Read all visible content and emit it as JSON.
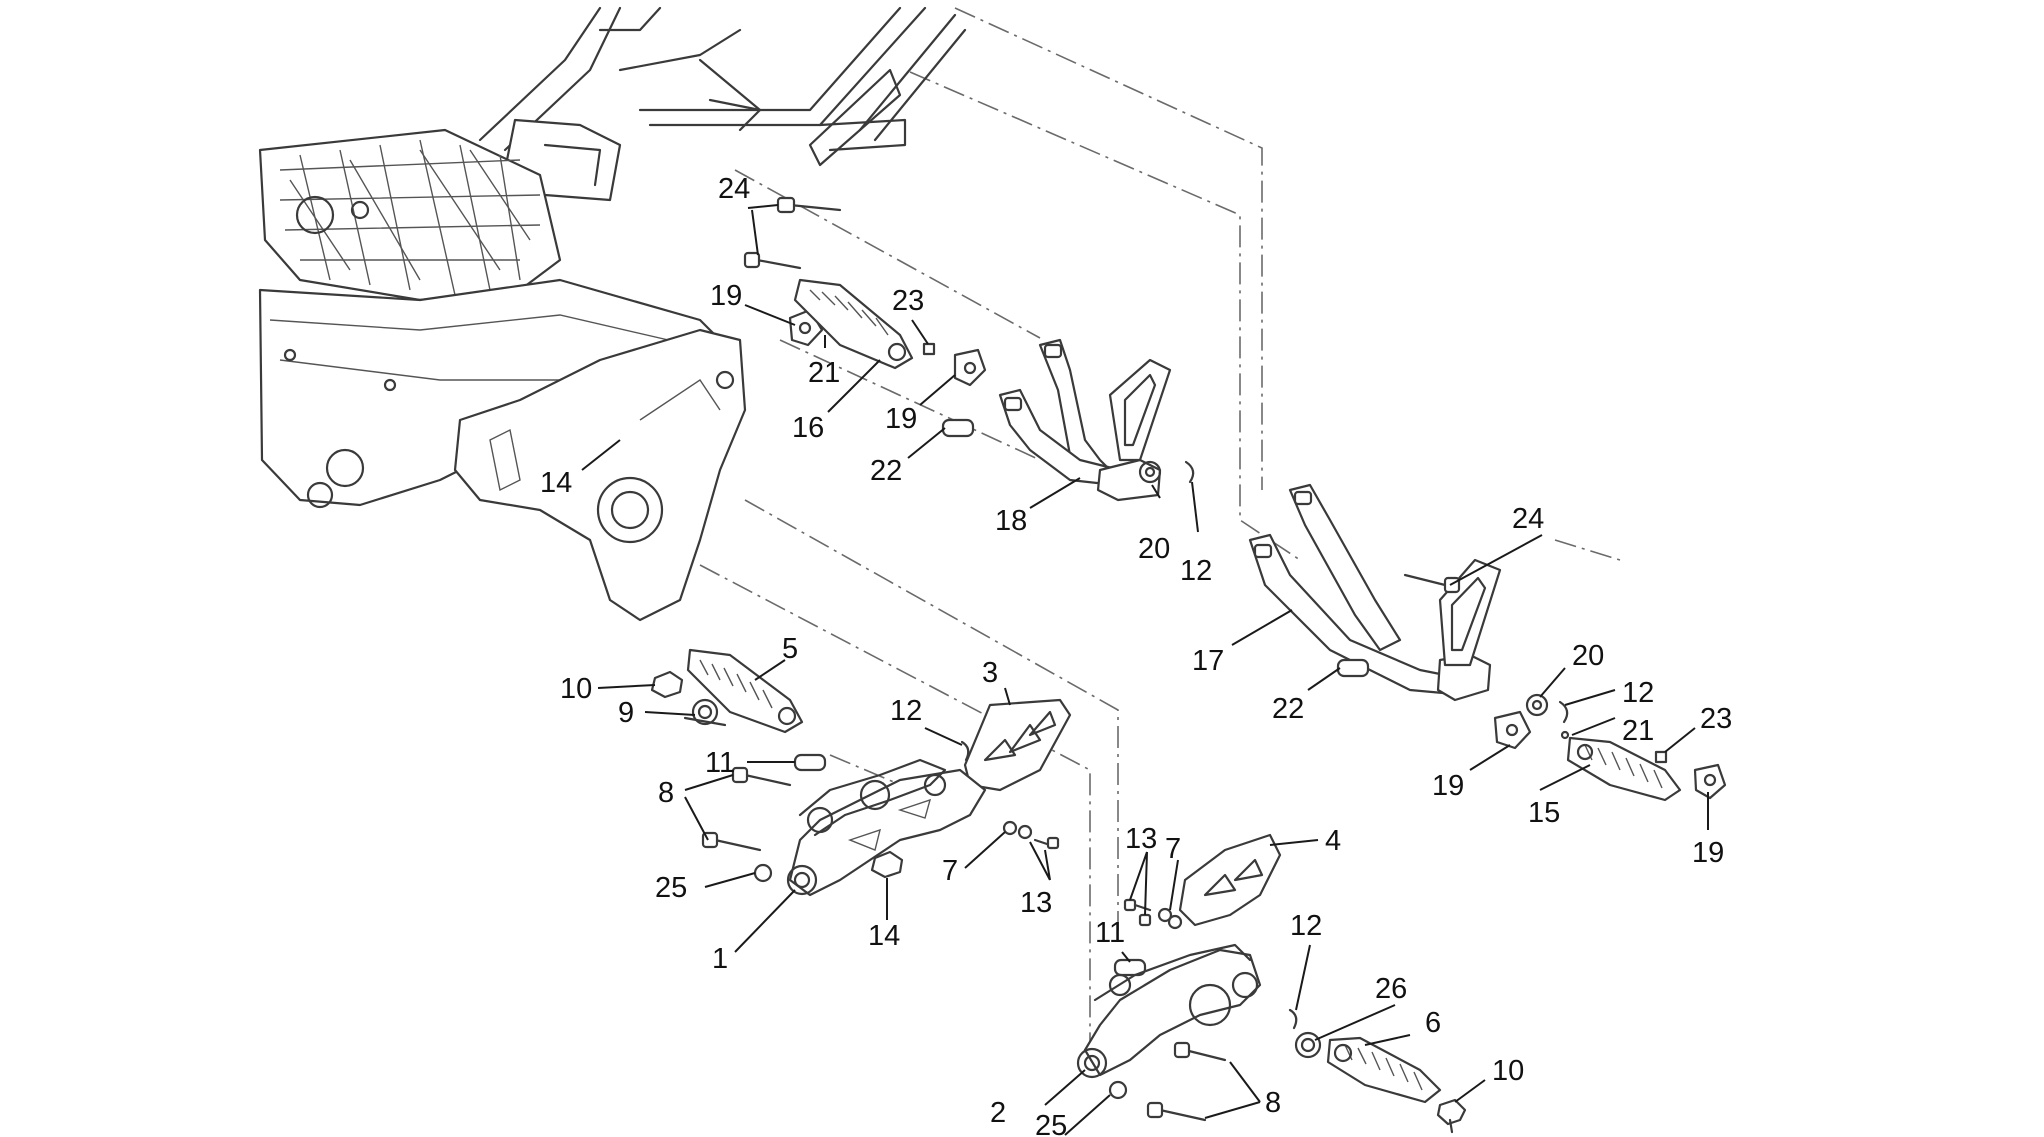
{
  "callouts": [
    {
      "label": "24"
    },
    {
      "label": "19"
    },
    {
      "label": "23"
    },
    {
      "label": "21"
    },
    {
      "label": "16"
    },
    {
      "label": "19"
    },
    {
      "label": "22"
    },
    {
      "label": "18"
    },
    {
      "label": "14"
    },
    {
      "label": "20"
    },
    {
      "label": "12"
    },
    {
      "label": "24"
    },
    {
      "label": "17"
    },
    {
      "label": "20"
    },
    {
      "label": "12"
    },
    {
      "label": "22"
    },
    {
      "label": "21"
    },
    {
      "label": "23"
    },
    {
      "label": "19"
    },
    {
      "label": "15"
    },
    {
      "label": "19"
    },
    {
      "label": "5"
    },
    {
      "label": "10"
    },
    {
      "label": "3"
    },
    {
      "label": "9"
    },
    {
      "label": "12"
    },
    {
      "label": "11"
    },
    {
      "label": "8"
    },
    {
      "label": "25"
    },
    {
      "label": "7"
    },
    {
      "label": "13"
    },
    {
      "label": "14"
    },
    {
      "label": "1"
    },
    {
      "label": "13"
    },
    {
      "label": "7"
    },
    {
      "label": "4"
    },
    {
      "label": "11"
    },
    {
      "label": "12"
    },
    {
      "label": "26"
    },
    {
      "label": "6"
    },
    {
      "label": "10"
    },
    {
      "label": "2"
    },
    {
      "label": "25"
    },
    {
      "label": "8"
    }
  ]
}
